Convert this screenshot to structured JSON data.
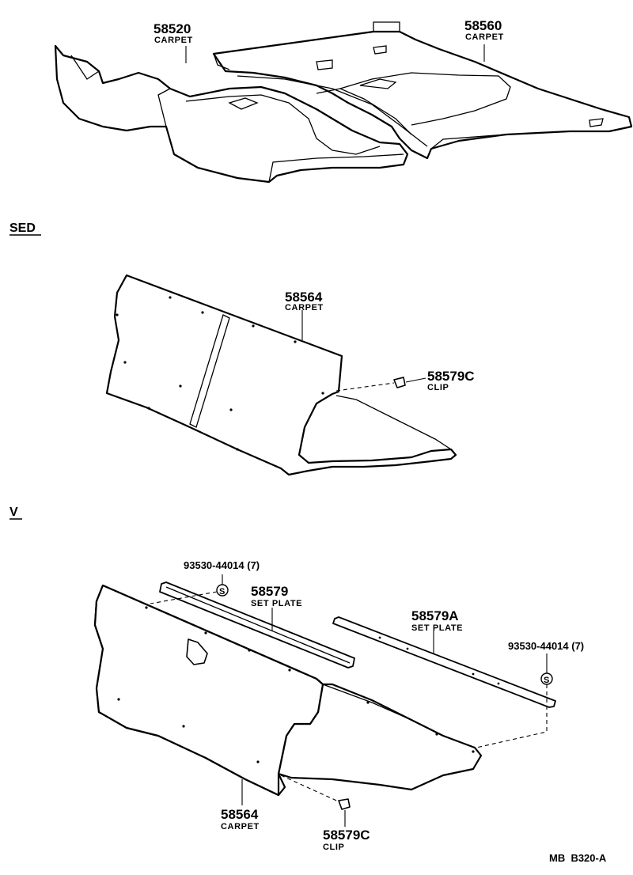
{
  "top_carpets": {
    "left": {
      "part_no": "58520",
      "desc": "CARPET"
    },
    "right": {
      "part_no": "58560",
      "desc": "CARPET"
    }
  },
  "section_sed": {
    "title": "SED",
    "carpet": {
      "part_no": "58564",
      "desc": "CARPET"
    },
    "clip": {
      "part_no": "58579C",
      "desc": "CLIP"
    }
  },
  "section_v": {
    "title": "V",
    "screw_left": {
      "code": "93530-44014 (7)",
      "symbol": "S"
    },
    "set_plate": {
      "part_no": "58579",
      "desc": "SET PLATE"
    },
    "set_plate_a": {
      "part_no": "58579A",
      "desc": "SET PLATE"
    },
    "screw_right": {
      "code": "93530-44014 (7)",
      "symbol": "S"
    },
    "carpet": {
      "part_no": "58564",
      "desc": "CARPET"
    },
    "clip": {
      "part_no": "58579C",
      "desc": "CLIP"
    }
  },
  "footer": {
    "code": "MB  B320-A"
  }
}
